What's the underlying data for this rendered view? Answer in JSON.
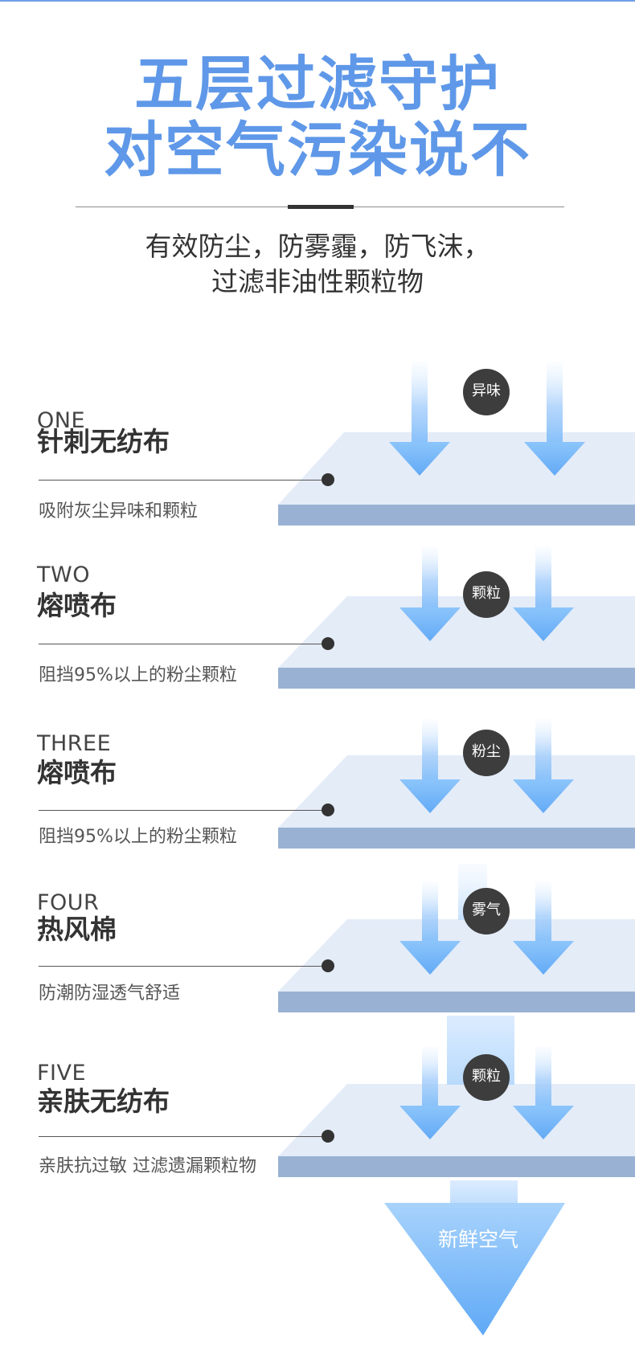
{
  "header": {
    "title_line1": "五层过滤守护",
    "title_line2": "对空气污染说不",
    "subtitle_line1": "有效防尘，防雾霾，防飞沫，",
    "subtitle_line2": "过滤非油性颗粒物"
  },
  "layers": [
    {
      "en": "ONE",
      "zh": "针刺无纺布",
      "desc": "吸附灰尘异味和颗粒",
      "badge": "异味"
    },
    {
      "en": "TWO",
      "zh": "熔喷布",
      "desc": "阻挡95%以上的粉尘颗粒",
      "badge": "颗粒"
    },
    {
      "en": "THREE",
      "zh": "熔喷布",
      "desc": "阻挡95%以上的粉尘颗粒",
      "badge": "粉尘"
    },
    {
      "en": "FOUR",
      "zh": "热风棉",
      "desc": "防潮防湿透气舒适",
      "badge": "雾气"
    },
    {
      "en": "FIVE",
      "zh": "亲肤无纺布",
      "desc": "亲肤抗过敏 过滤遗漏颗粒物",
      "badge": "颗粒"
    }
  ],
  "output_label": "新鲜空气",
  "colors": {
    "title_blue": "#5f98e8",
    "layer_top": "#e4ecf8",
    "layer_front": "#99b2d3",
    "arrow_blue": "#6fb2f8",
    "badge": "#3d3d3d"
  }
}
